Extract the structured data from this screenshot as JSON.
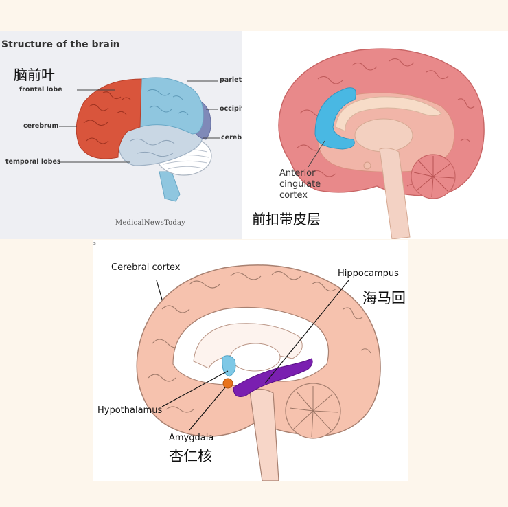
{
  "panel1": {
    "title": "Structure of the brain",
    "cn_label": "脑前叶",
    "labels": {
      "frontal_lobe": "frontal lobe",
      "cerebrum": "cerebrum",
      "temporal_lobes": "temporal lobes",
      "parietal": "parieta",
      "occipital": "occipit",
      "cerebellum": "cerebe"
    },
    "brand": "MedicalNewsToday"
  },
  "panel2": {
    "label_line1": "Anterior",
    "label_line2": "cingulate",
    "label_line3": "cortex",
    "cn_label": "前扣带皮层"
  },
  "panel3": {
    "mark": "s",
    "labels": {
      "cerebral_cortex": "Cerebral cortex",
      "hippocampus": "Hippocampus",
      "hypothalamus": "Hypothalamus",
      "amygdala": "Amygdala"
    },
    "cn_hippocampus": "海马回",
    "cn_amygdala": "杏仁核"
  },
  "colors": {
    "frontal": "#d9553c",
    "parietal": "#8fc6df",
    "occipital": "#7f89b8",
    "temporal": "#c9d7e4",
    "cortex_pink": "#e8898a",
    "acc_blue": "#49b8e3",
    "brain_peach": "#f6c2ae",
    "hippocampus": "#7a1fb0",
    "hypothalamus": "#7ec8e6",
    "amygdala": "#e8741e"
  }
}
